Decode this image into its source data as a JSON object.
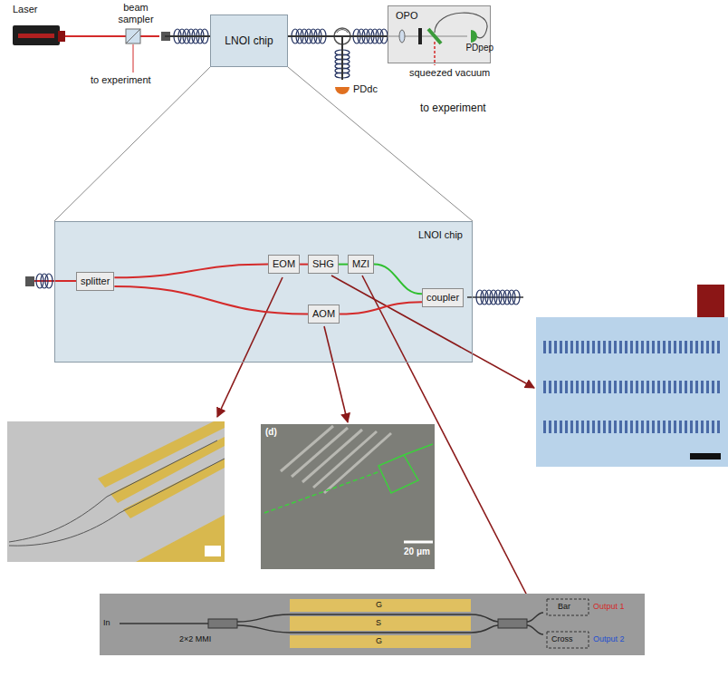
{
  "diagram": {
    "nodes": [
      {
        "text": [
          "Laser"
        ]
      },
      {
        "text": [
          "beam sampler"
        ]
      },
      {
        "text": [
          "LNOI chip"
        ]
      },
      {
        "text": [
          "OPO"
        ]
      },
      {
        "text": [
          "PDpep"
        ],
        "in": 3
      },
      {
        "text": [
          "PDdc"
        ]
      },
      {
        "text": [
          "LNOI chip"
        ]
      },
      {
        "text": [
          "splitter"
        ],
        "in": 6
      },
      {
        "text": [
          "EOM"
        ],
        "in": 6
      },
      {
        "text": [
          "SHG"
        ],
        "in": 6
      },
      {
        "text": [
          "MZI"
        ],
        "in": 6
      },
      {
        "text": [
          "AOM"
        ],
        "in": 6
      },
      {
        "text": [
          "coupler"
        ],
        "in": 6
      }
    ],
    "edges": [
      {
        "from": 0,
        "to": 1,
        "arrow": "none"
      },
      {
        "from": 1,
        "to": 2,
        "arrow": "none"
      },
      {
        "from": 2,
        "to": 3,
        "arrow": "none"
      },
      {
        "from": 2,
        "to": 5,
        "arrow": "none"
      },
      {
        "from": 7,
        "to": 8,
        "arrow": "none"
      },
      {
        "from": 8,
        "to": 9,
        "arrow": "none"
      },
      {
        "from": 9,
        "to": 10,
        "arrow": "none"
      },
      {
        "from": 10,
        "to": 12,
        "arrow": "none"
      },
      {
        "from": 7,
        "to": 11,
        "arrow": "none"
      },
      {
        "from": 11,
        "to": 12,
        "arrow": "none"
      }
    ],
    "labels": [
      "to experiment",
      "squeezed vacuum",
      "to experiment",
      "(d)",
      "20 μm",
      "In",
      "2×2 MMI",
      "G",
      "S",
      "G",
      "Bar",
      "Cross",
      "Output 1",
      "Output 2"
    ]
  }
}
